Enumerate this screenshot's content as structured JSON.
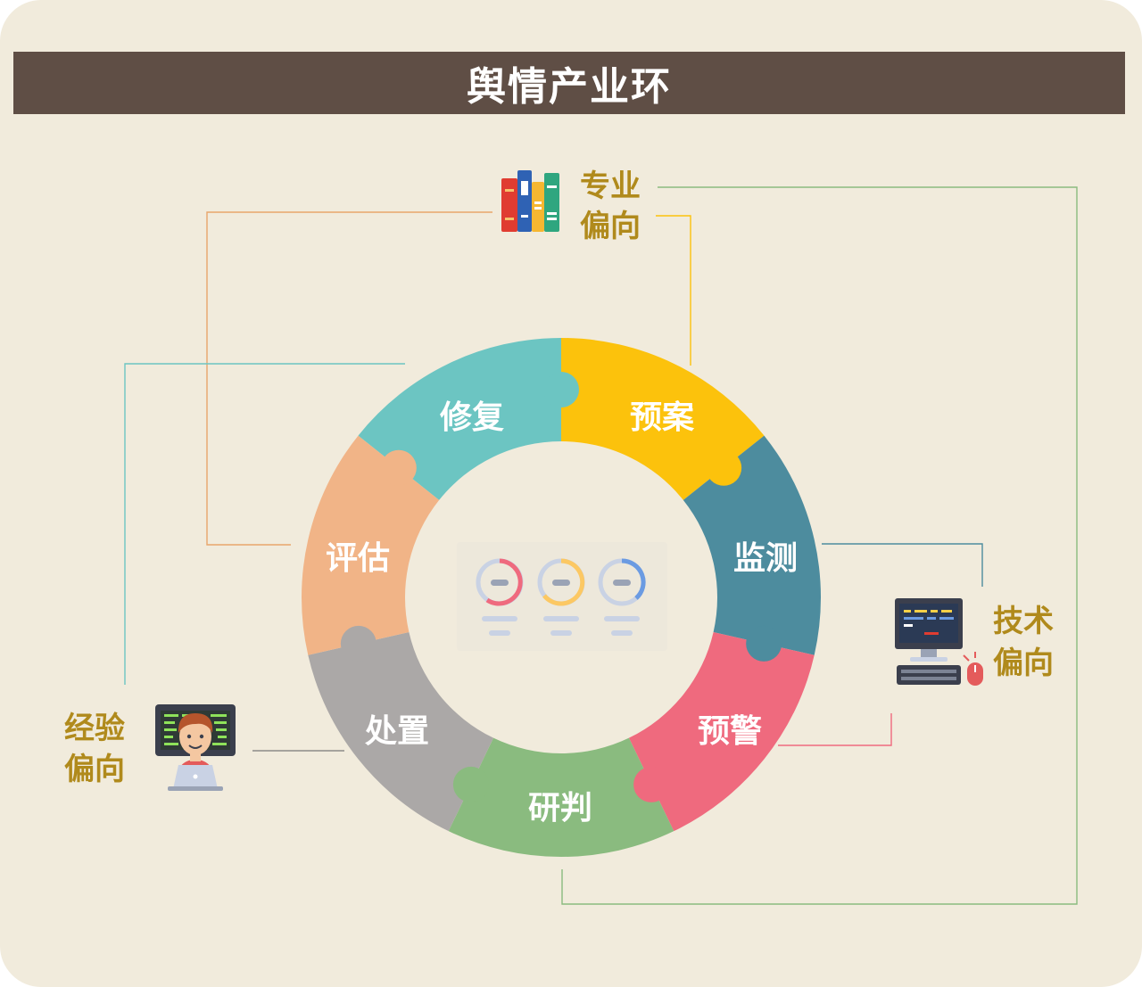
{
  "title": "舆情产业环",
  "ring_segments": [
    {
      "id": "repair",
      "label": "修复",
      "color": "#6cc5c2"
    },
    {
      "id": "plan",
      "label": "预案",
      "color": "#fcc20c"
    },
    {
      "id": "monitor",
      "label": "监测",
      "color": "#4d8c9e"
    },
    {
      "id": "warning",
      "label": "预警",
      "color": "#ef6a7e"
    },
    {
      "id": "analysis",
      "label": "研判",
      "color": "#8abb7f"
    },
    {
      "id": "handling",
      "label": "处置",
      "color": "#aba8a7"
    },
    {
      "id": "evaluation",
      "label": "评估",
      "color": "#f1b487"
    }
  ],
  "orientations": {
    "professional": {
      "line1": "专业",
      "line2": "偏向",
      "icon": "books-icon"
    },
    "technical": {
      "line1": "技术",
      "line2": "偏向",
      "icon": "computer-icon"
    },
    "experience": {
      "line1": "经验",
      "line2": "偏向",
      "icon": "person-laptop-icon"
    }
  },
  "colors": {
    "background": "#f1ebdc",
    "title_bar": "#5f4e45",
    "side_label": "#b08a1c",
    "connector_orange": "#e8a66b",
    "connector_yellow": "#fcc20c",
    "connector_green": "#8abb7f",
    "connector_teal": "#6cc5c2",
    "connector_blue": "#4d8c9e",
    "connector_red": "#ef6a7e",
    "connector_gray": "#8d8b88"
  }
}
